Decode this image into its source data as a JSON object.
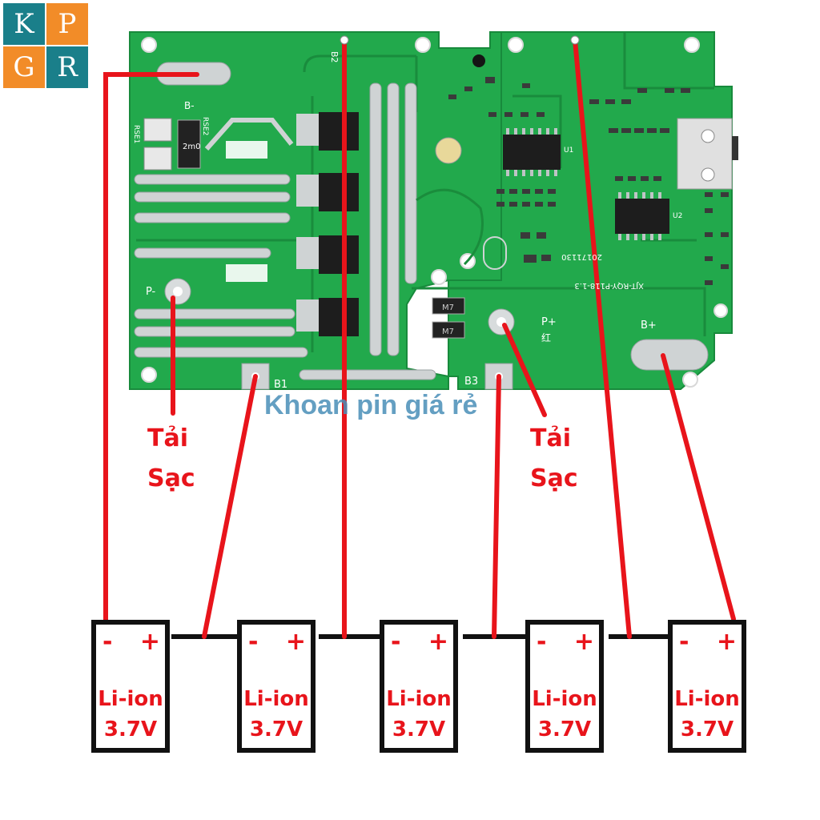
{
  "logo": {
    "letters": [
      "K",
      "P",
      "G",
      "R"
    ],
    "colors": [
      "#1a7f8a",
      "#f28c28",
      "#f28c28",
      "#1a7f8a"
    ]
  },
  "watermark": "Khoan pin giá rẻ",
  "labels": {
    "left_load": "Tải",
    "left_charge": "Sạc",
    "right_load": "Tải",
    "right_charge": "Sạc"
  },
  "board": {
    "pads": {
      "b_minus": "B-",
      "p_minus": "P-",
      "b1": "B1",
      "b2": "B2",
      "b3": "B3",
      "p_plus": "P+",
      "p_plus_cn": "红",
      "b_plus": "B+",
      "model": "XJT-RQY-P118-1.3",
      "date": "20171130",
      "rse1": "RSE1",
      "rse2": "RSE2",
      "resistor": "2m0",
      "chip_u1": "U1",
      "chip_u2": "U2",
      "diode_label": "M7"
    }
  },
  "cells": [
    {
      "minus": "-",
      "plus": "+",
      "chem": "Li-ion",
      "volt": "3.7V"
    },
    {
      "minus": "-",
      "plus": "+",
      "chem": "Li-ion",
      "volt": "3.7V"
    },
    {
      "minus": "-",
      "plus": "+",
      "chem": "Li-ion",
      "volt": "3.7V"
    },
    {
      "minus": "-",
      "plus": "+",
      "chem": "Li-ion",
      "volt": "3.7V"
    },
    {
      "minus": "-",
      "plus": "+",
      "chem": "Li-ion",
      "volt": "3.7V"
    }
  ],
  "colors": {
    "wire_red": "#e8141b",
    "wire_black": "#111111",
    "pcb_green": "#1fa84a",
    "pcb_dark": "#168a3a"
  }
}
